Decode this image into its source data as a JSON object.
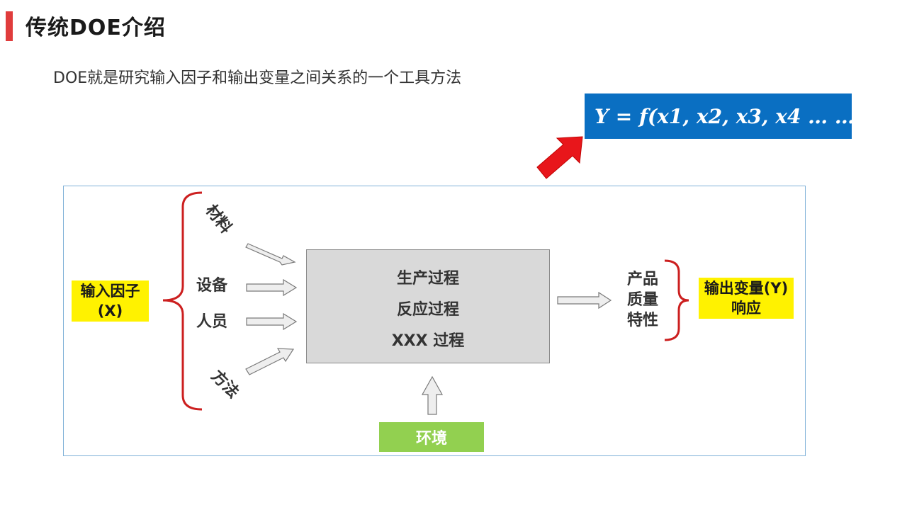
{
  "header": {
    "title": "传统DOE介绍"
  },
  "intro": {
    "text": "DOE就是研究输入因子和输出变量之间关系的一个工具方法"
  },
  "formula": {
    "text": "Y = f(x1, x2, x3, x4 … …)"
  },
  "diagram": {
    "input_box": {
      "line1": "输入因子",
      "line2": "(X)"
    },
    "factors": {
      "material": "材料",
      "equipment": "设备",
      "personnel": "人员",
      "method": "方法"
    },
    "process": [
      "生产过程",
      "反应过程",
      "XXX 过程"
    ],
    "environment": "环境",
    "quality": [
      "产品",
      "质量",
      "特性"
    ],
    "output_box": {
      "line1": "输出变量(Y)",
      "line2": "响应"
    }
  },
  "colors": {
    "accent_red": "#e03c3c",
    "formula_blue": "#0a6fc2",
    "highlight_yellow": "#fff200",
    "env_green": "#92d050",
    "bracket_red": "#cc1f1f",
    "frame_blue": "#7fb1d8"
  }
}
